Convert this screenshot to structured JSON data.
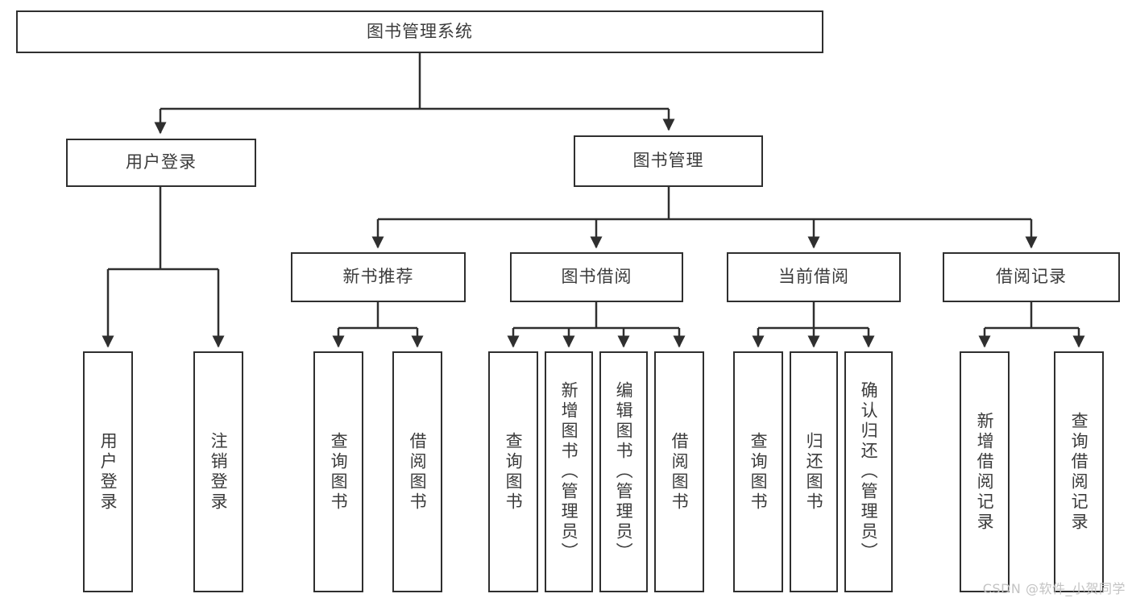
{
  "diagram": {
    "type": "tree",
    "title": "图书管理系统",
    "watermark": "CSDN @软件_小贺同学",
    "colors": {
      "box_border": "#2f2f2f",
      "box_fill": "#ffffff",
      "text": "#3b3b3b",
      "edge": "#2f2f2f",
      "watermark": "#c3c3c3"
    },
    "nodes": {
      "root": {
        "label": "图书管理系统"
      },
      "level2": [
        {
          "id": "user-login",
          "label": "用户登录"
        },
        {
          "id": "book-manage",
          "label": "图书管理"
        }
      ],
      "level3": [
        {
          "id": "new-book-recommend",
          "label": "新书推荐"
        },
        {
          "id": "book-borrow",
          "label": "图书借阅"
        },
        {
          "id": "current-borrow",
          "label": "当前借阅"
        },
        {
          "id": "borrow-record",
          "label": "借阅记录"
        }
      ],
      "leaves": [
        {
          "id": "leaf-user-login",
          "label": "用户登录",
          "parent": "user-login"
        },
        {
          "id": "leaf-logout-login",
          "label": "注销登录",
          "parent": "user-login"
        },
        {
          "id": "leaf-query-book-1",
          "label": "查询图书",
          "parent": "new-book-recommend"
        },
        {
          "id": "leaf-borrow-book-1",
          "label": "借阅图书",
          "parent": "new-book-recommend"
        },
        {
          "id": "leaf-query-book-2",
          "label": "查询图书",
          "parent": "book-borrow"
        },
        {
          "id": "leaf-add-book",
          "label": "新增图书（管理员）",
          "parent": "book-borrow"
        },
        {
          "id": "leaf-edit-book",
          "label": "编辑图书（管理员）",
          "parent": "book-borrow"
        },
        {
          "id": "leaf-borrow-book-2",
          "label": "借阅图书",
          "parent": "book-borrow"
        },
        {
          "id": "leaf-query-book-3",
          "label": "查询图书",
          "parent": "current-borrow"
        },
        {
          "id": "leaf-return-book",
          "label": "归还图书",
          "parent": "current-borrow"
        },
        {
          "id": "leaf-confirm-return",
          "label": "确认归还（管理员）",
          "parent": "current-borrow"
        },
        {
          "id": "leaf-add-record",
          "label": "新增借阅记录",
          "parent": "borrow-record"
        },
        {
          "id": "leaf-query-record",
          "label": "查询借阅记录",
          "parent": "borrow-record"
        }
      ]
    }
  }
}
